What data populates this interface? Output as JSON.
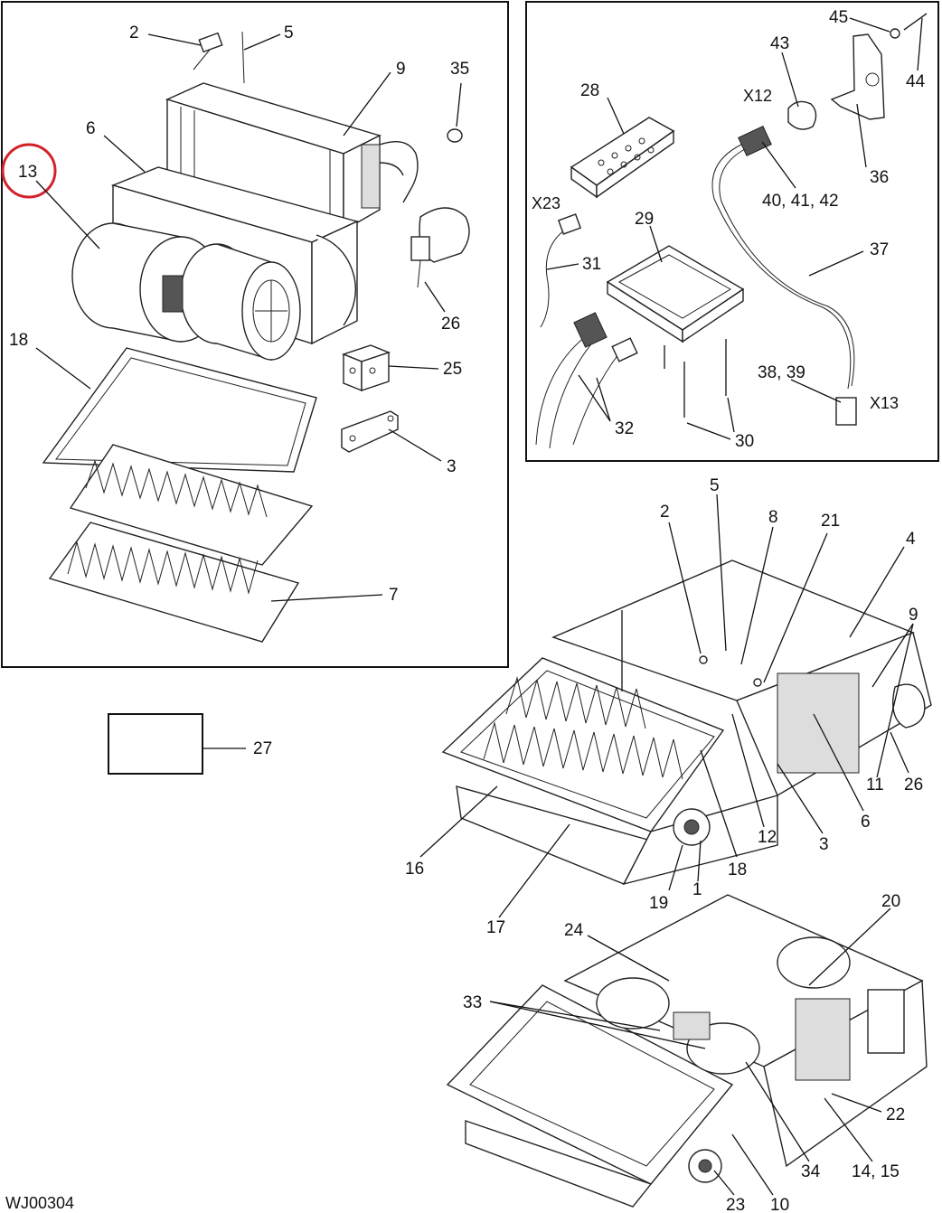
{
  "diagram": {
    "doc_code": "WJ00304",
    "highlighted_callout": "13",
    "highlight_color": "#d2232a",
    "panels": {
      "blower_exploded": {
        "callouts": {
          "c2": "2",
          "c5": "5",
          "c9": "9",
          "c35": "35",
          "c6": "6",
          "c13": "13",
          "c26": "26",
          "c18": "18",
          "c25": "25",
          "c3": "3",
          "c7": "7"
        }
      },
      "controls_harness": {
        "callouts": {
          "c45": "45",
          "c43": "43",
          "c44": "44",
          "c28": "28",
          "c36": "36",
          "c40_42": "40, 41, 42",
          "c29": "29",
          "c31": "31",
          "c37": "37",
          "c38_39": "38, 39",
          "c32": "32",
          "c30": "30"
        },
        "connectors": {
          "x12": "X12",
          "x23": "X23",
          "x13": "X13"
        }
      },
      "placeholder_box": {
        "callouts": {
          "c27": "27"
        }
      },
      "assembly_top": {
        "callouts": {
          "c5": "5",
          "c2": "2",
          "c8": "8",
          "c21": "21",
          "c4": "4",
          "c9": "9",
          "c11": "11",
          "c26": "26",
          "c6": "6",
          "c3": "3",
          "c12": "12",
          "c16": "16",
          "c18": "18",
          "c1": "1",
          "c19": "19",
          "c17": "17"
        }
      },
      "assembly_bottom": {
        "callouts": {
          "c20": "20",
          "c24": "24",
          "c33": "33",
          "c22": "22",
          "c14_15": "14, 15",
          "c34": "34",
          "c23": "23",
          "c10": "10"
        }
      }
    }
  }
}
